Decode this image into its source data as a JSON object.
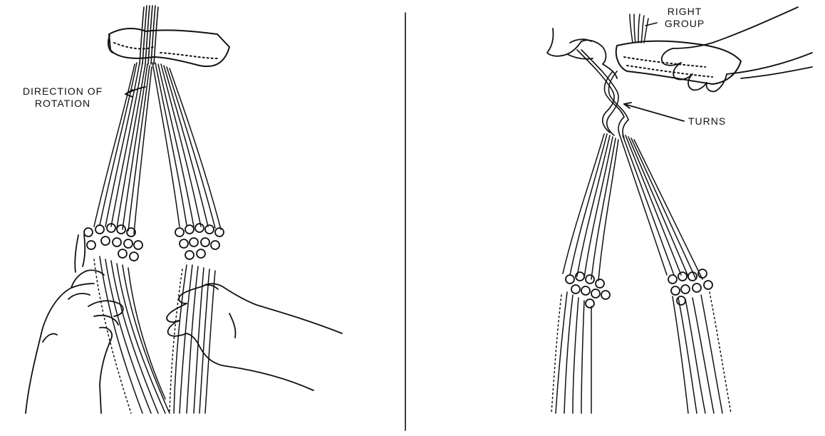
{
  "labels": {
    "direction": {
      "line1": "DIRECTION OF",
      "line2": "ROTATION"
    },
    "right_group": {
      "line1": "RIGHT",
      "line2": "GROUP"
    },
    "turns": "TURNS"
  },
  "colors": {
    "ink": "#111111",
    "background": "#ffffff"
  }
}
